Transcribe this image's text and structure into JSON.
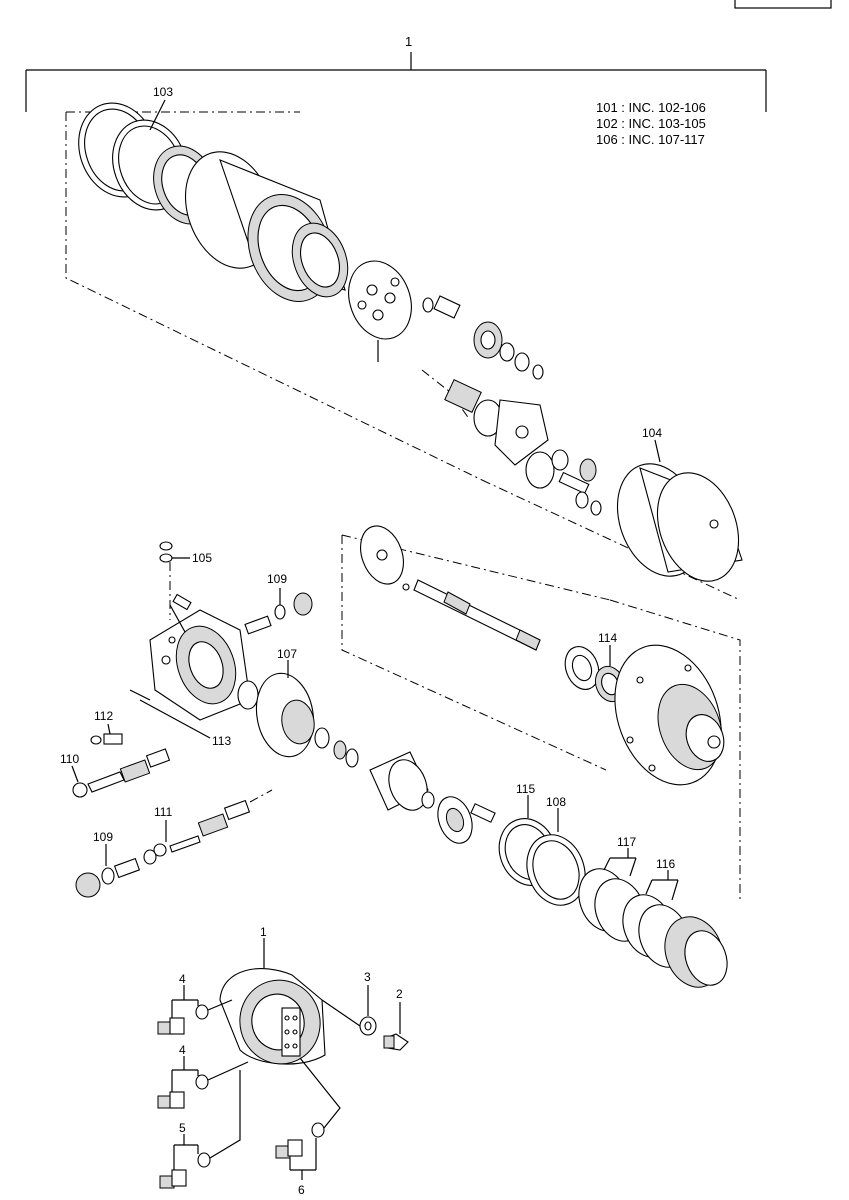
{
  "diagram": {
    "notes": [
      "101 : INC. 102-106",
      "102 : INC. 103-105",
      "106 : INC. 107-117"
    ],
    "labels": {
      "top_assembly": "1",
      "l103": "103",
      "l104": "104",
      "l105": "105",
      "l107": "107",
      "l108": "108",
      "l109a": "109",
      "l109b": "109",
      "l110": "110",
      "l111": "111",
      "l112": "112",
      "l113": "113",
      "l114": "114",
      "l115": "115",
      "l116": "116",
      "l117": "117",
      "bottom_assembly": "1",
      "l2": "2",
      "l3": "3",
      "l4a": "4",
      "l4b": "4",
      "l5": "5",
      "l6": "6"
    }
  }
}
